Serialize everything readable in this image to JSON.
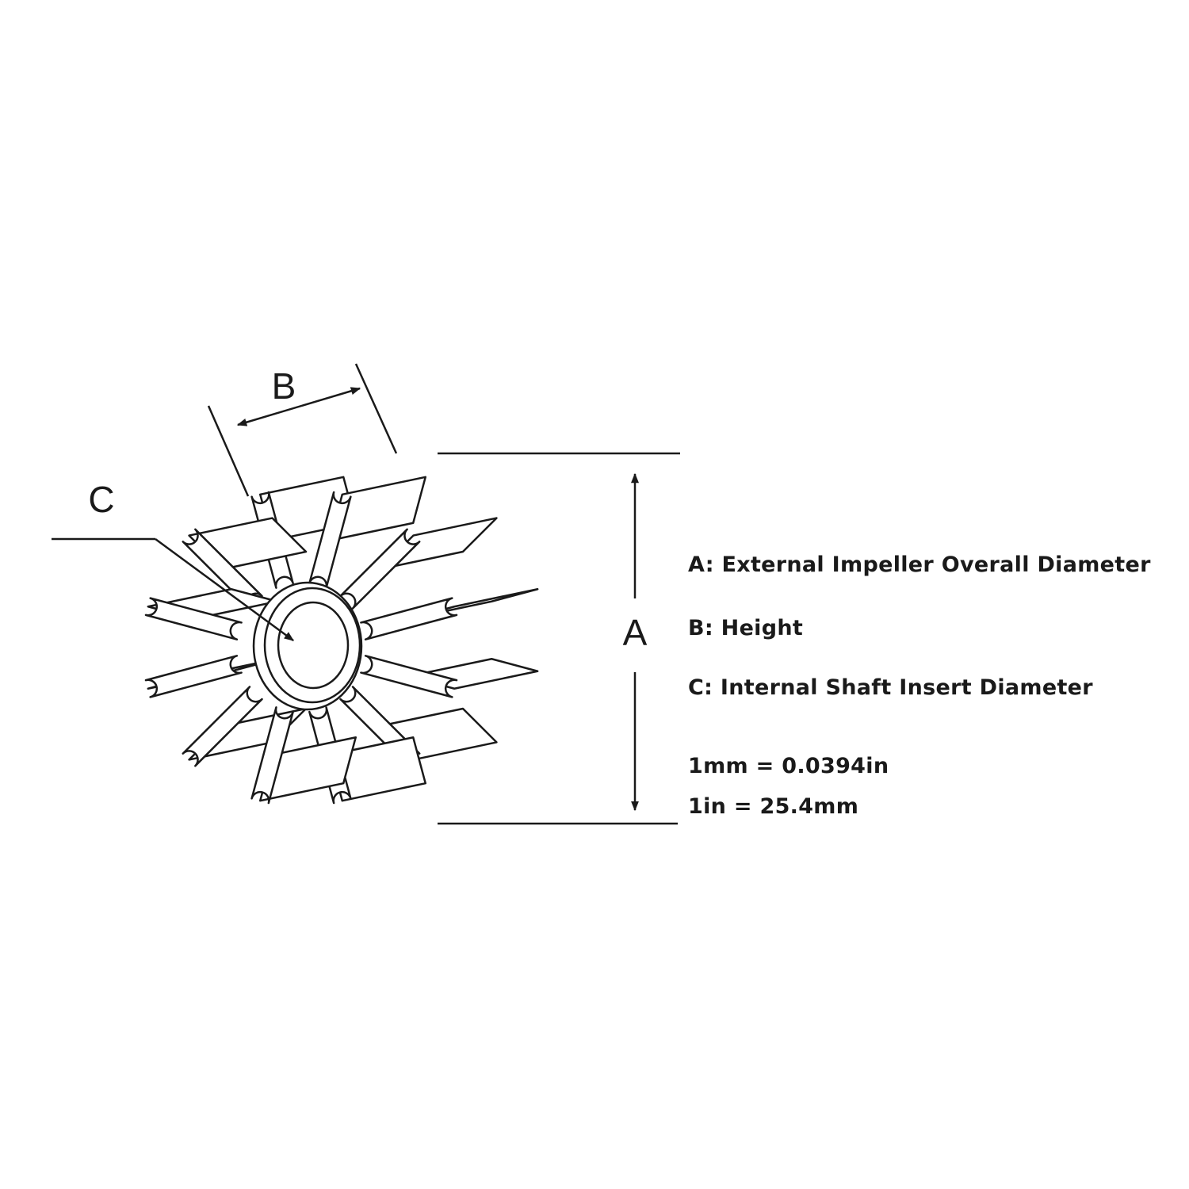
{
  "dimensions": {
    "a_letter": "A",
    "b_letter": "B",
    "c_letter": "C"
  },
  "legend": {
    "a": "A: External Impeller Overall Diameter",
    "b": "B: Height",
    "c": "C: Internal Shaft Insert Diameter"
  },
  "conversions": {
    "mm_to_in": "1mm = 0.0394in",
    "in_to_mm": "1in = 25.4mm"
  },
  "colors": {
    "line": "#1a1a1a",
    "background": "#ffffff"
  }
}
